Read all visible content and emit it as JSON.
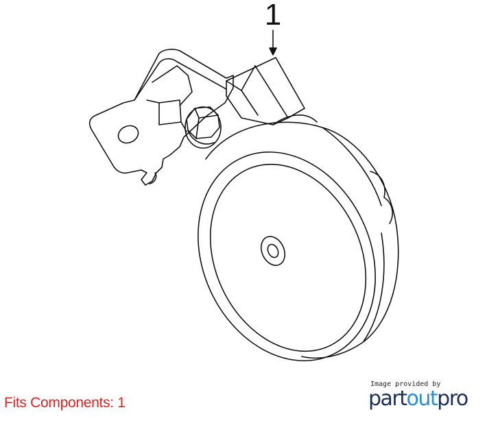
{
  "diagram": {
    "callout_number": "1"
  },
  "footer": {
    "fits_label": "Fits Components: 1",
    "brand_caption": "Image provided by",
    "brand_part": "part",
    "brand_out": "out",
    "brand_pro": "pro"
  },
  "colors": {
    "fits_text": "#e02020",
    "brand_dark": "#1c2e5a",
    "brand_accent": "#2a8fcf",
    "line": "#111111"
  }
}
